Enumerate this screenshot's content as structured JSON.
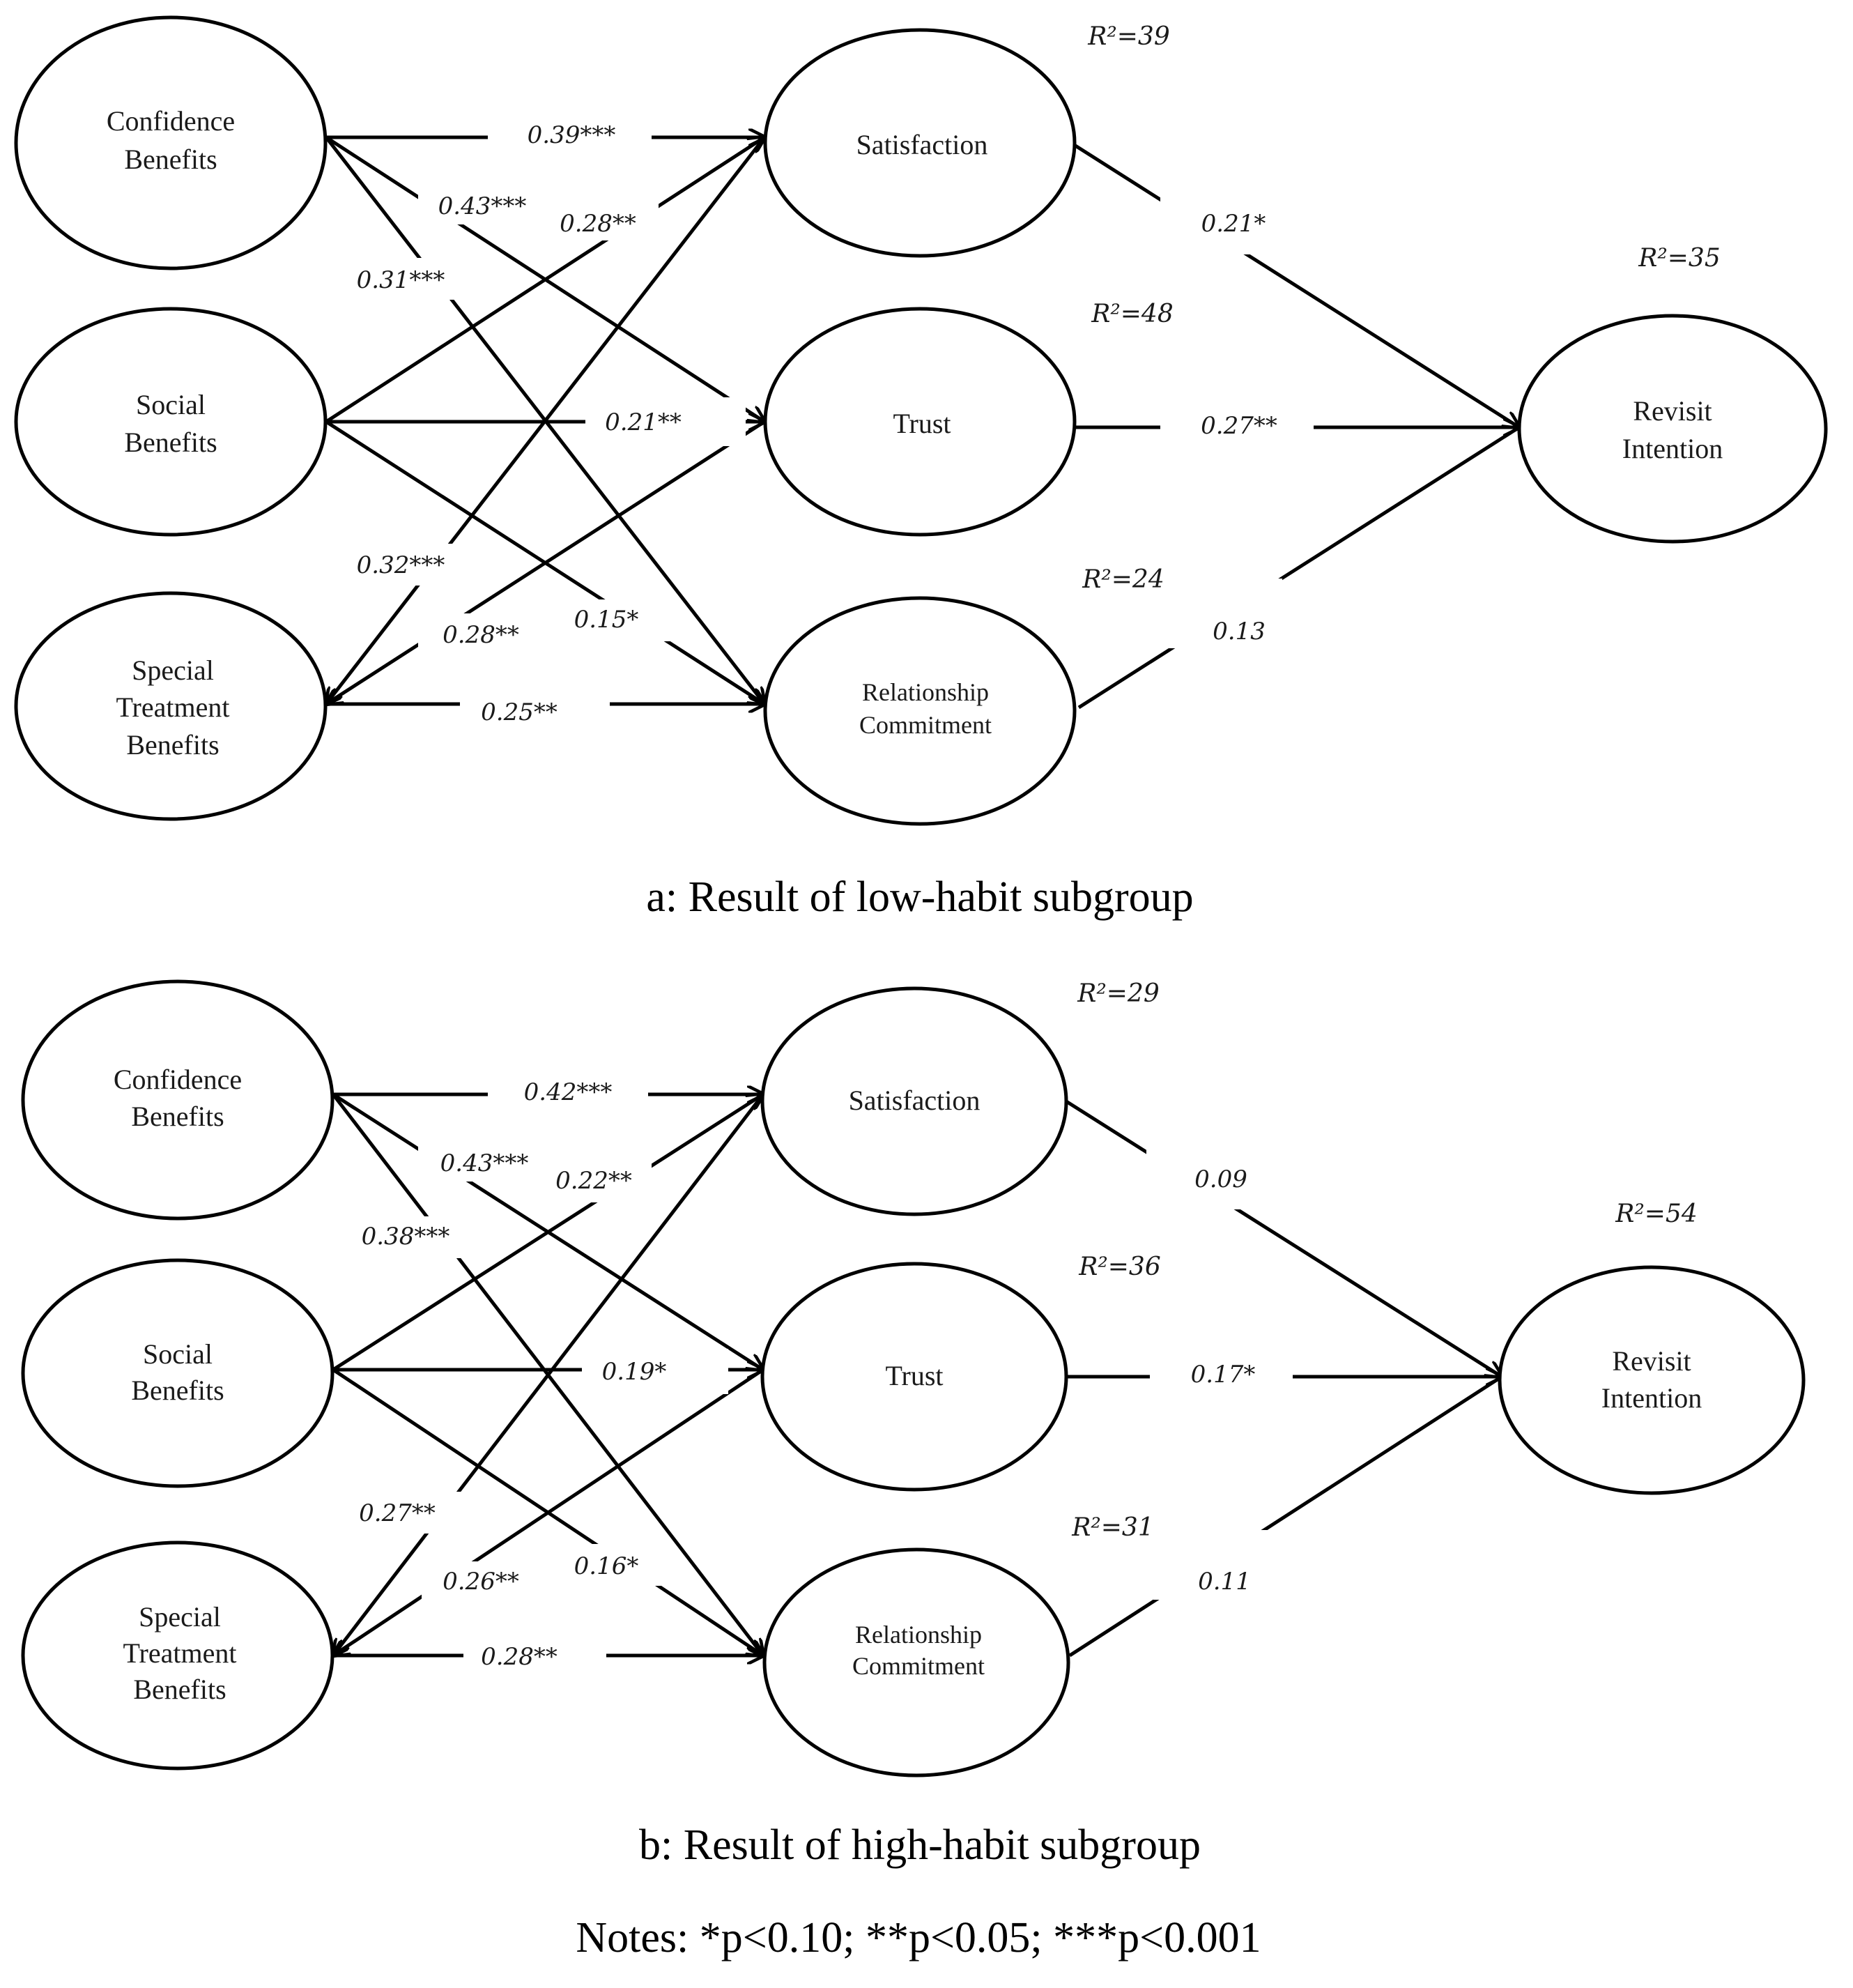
{
  "panel_a": {
    "nodes": {
      "confidence": [
        "Confidence",
        "Benefits"
      ],
      "social": [
        "Social",
        "Benefits"
      ],
      "special": [
        "Special",
        "Treatment",
        "Benefits"
      ],
      "satisfaction": [
        "Satisfaction"
      ],
      "trust": [
        "Trust"
      ],
      "commitment": [
        "Relationship",
        "Commitment"
      ],
      "revisit": [
        "Revisit",
        "Intention"
      ]
    },
    "r2": {
      "satisfaction": "R²=39",
      "trust": "R²=48",
      "commitment": "R²=24",
      "revisit": "R²=35"
    },
    "coef": {
      "conf_sat": "0.39***",
      "conf_trust": "0.43***",
      "conf_commit": "0.31***",
      "soc_sat": "0.28**",
      "soc_trust": "0.21**",
      "soc_commit": "0.15*",
      "spec_sat": "0.32***",
      "spec_trust": "0.28**",
      "spec_commit": "0.25**",
      "sat_rev": "0.21*",
      "trust_rev": "0.27**",
      "commit_rev": "0.13"
    },
    "caption": "a: Result of low-habit subgroup"
  },
  "panel_b": {
    "nodes": {
      "confidence": [
        "Confidence",
        "Benefits"
      ],
      "social": [
        "Social",
        "Benefits"
      ],
      "special": [
        "Special",
        "Treatment",
        "Benefits"
      ],
      "satisfaction": [
        "Satisfaction"
      ],
      "trust": [
        "Trust"
      ],
      "commitment": [
        "Relationship",
        "Commitment"
      ],
      "revisit": [
        "Revisit",
        "Intention"
      ]
    },
    "r2": {
      "satisfaction": "R²=29",
      "trust": "R²=36",
      "commitment": "R²=31",
      "revisit": "R²=54"
    },
    "coef": {
      "conf_sat": "0.42***",
      "conf_trust": "0.43***",
      "conf_commit": "0.38***",
      "soc_sat": "0.22**",
      "soc_trust": "0.19*",
      "soc_commit": "0.16*",
      "spec_sat": "0.27**",
      "spec_trust": "0.26**",
      "spec_commit": "0.28**",
      "sat_rev": "0.09",
      "trust_rev": "0.17*",
      "commit_rev": "0.11"
    },
    "caption": "b: Result of high-habit subgroup"
  },
  "notes": "Notes: *p<0.10; **p<0.05; ***p<0.001"
}
